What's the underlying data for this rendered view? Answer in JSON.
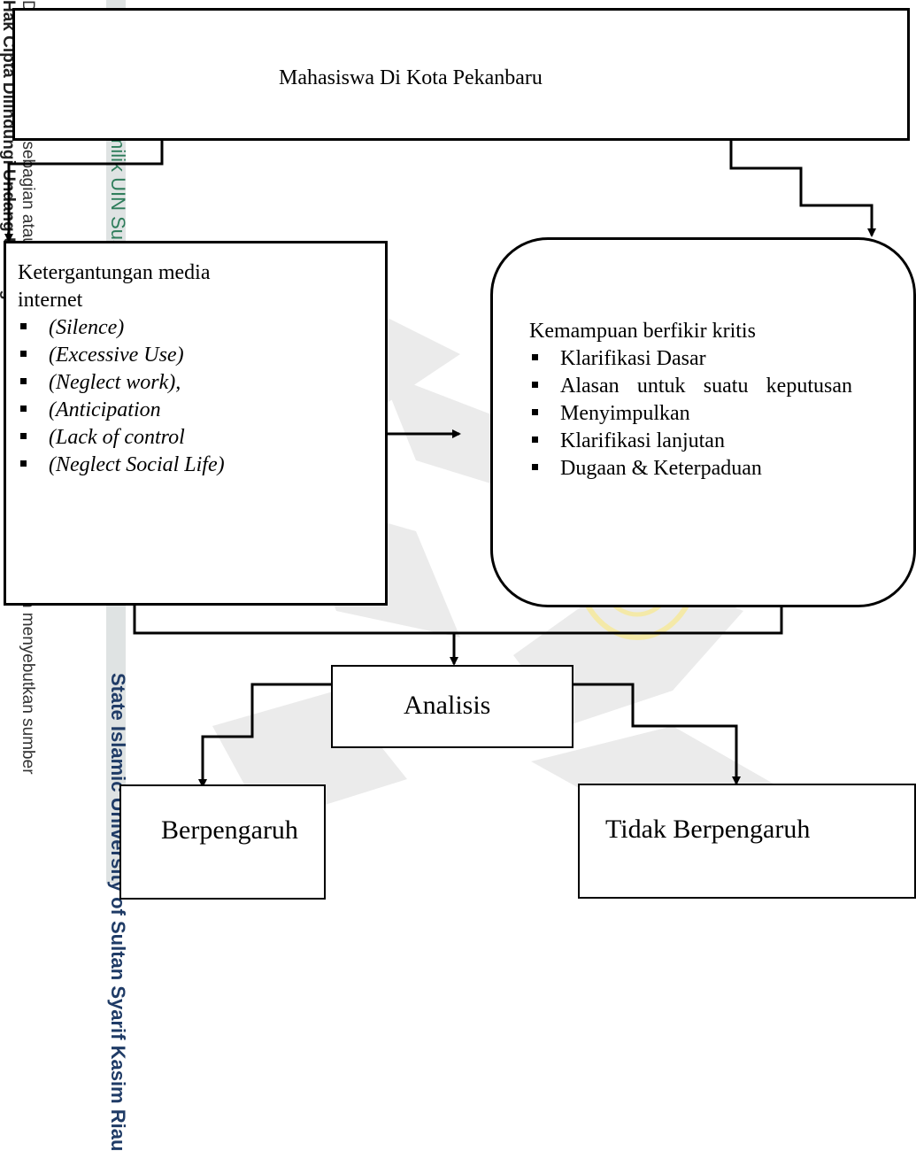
{
  "top_box": {
    "text": "Mahasiswa Di Kota Pekanbaru"
  },
  "left_box": {
    "heading_line1": "Ketergantungan media",
    "heading_line2": "internet",
    "items": [
      "(Silence)",
      "(Excessive Use)",
      "(Neglect work),",
      "(Anticipation",
      "(Lack of control",
      "(Neglect Social Life)"
    ]
  },
  "right_box": {
    "heading": "Kemampuan berfikir kritis",
    "items": [
      "Klarifikasi Dasar",
      "Alasan untuk suatu keputusan",
      "Menyimpulkan",
      "Klarifikasi lanjutan",
      "Dugaan & Keterpaduan"
    ]
  },
  "analysis_box": {
    "text": "Analisis"
  },
  "result_left": {
    "text": "Berpengaruh"
  },
  "result_right": {
    "text": "Tidak Berpengaruh"
  },
  "watermark": {
    "vertical_texts": [
      "Hak Cipta Dilindungi Undang-Undang",
      "Dilarang mengutip sebagian atau seluruh karya tulis ini tanpa mencantumkan dan menyebutkan sumber",
      "milik UIN Suska Riau",
      "State Islamic University of Sultan Syarif Kasim Riau"
    ]
  }
}
